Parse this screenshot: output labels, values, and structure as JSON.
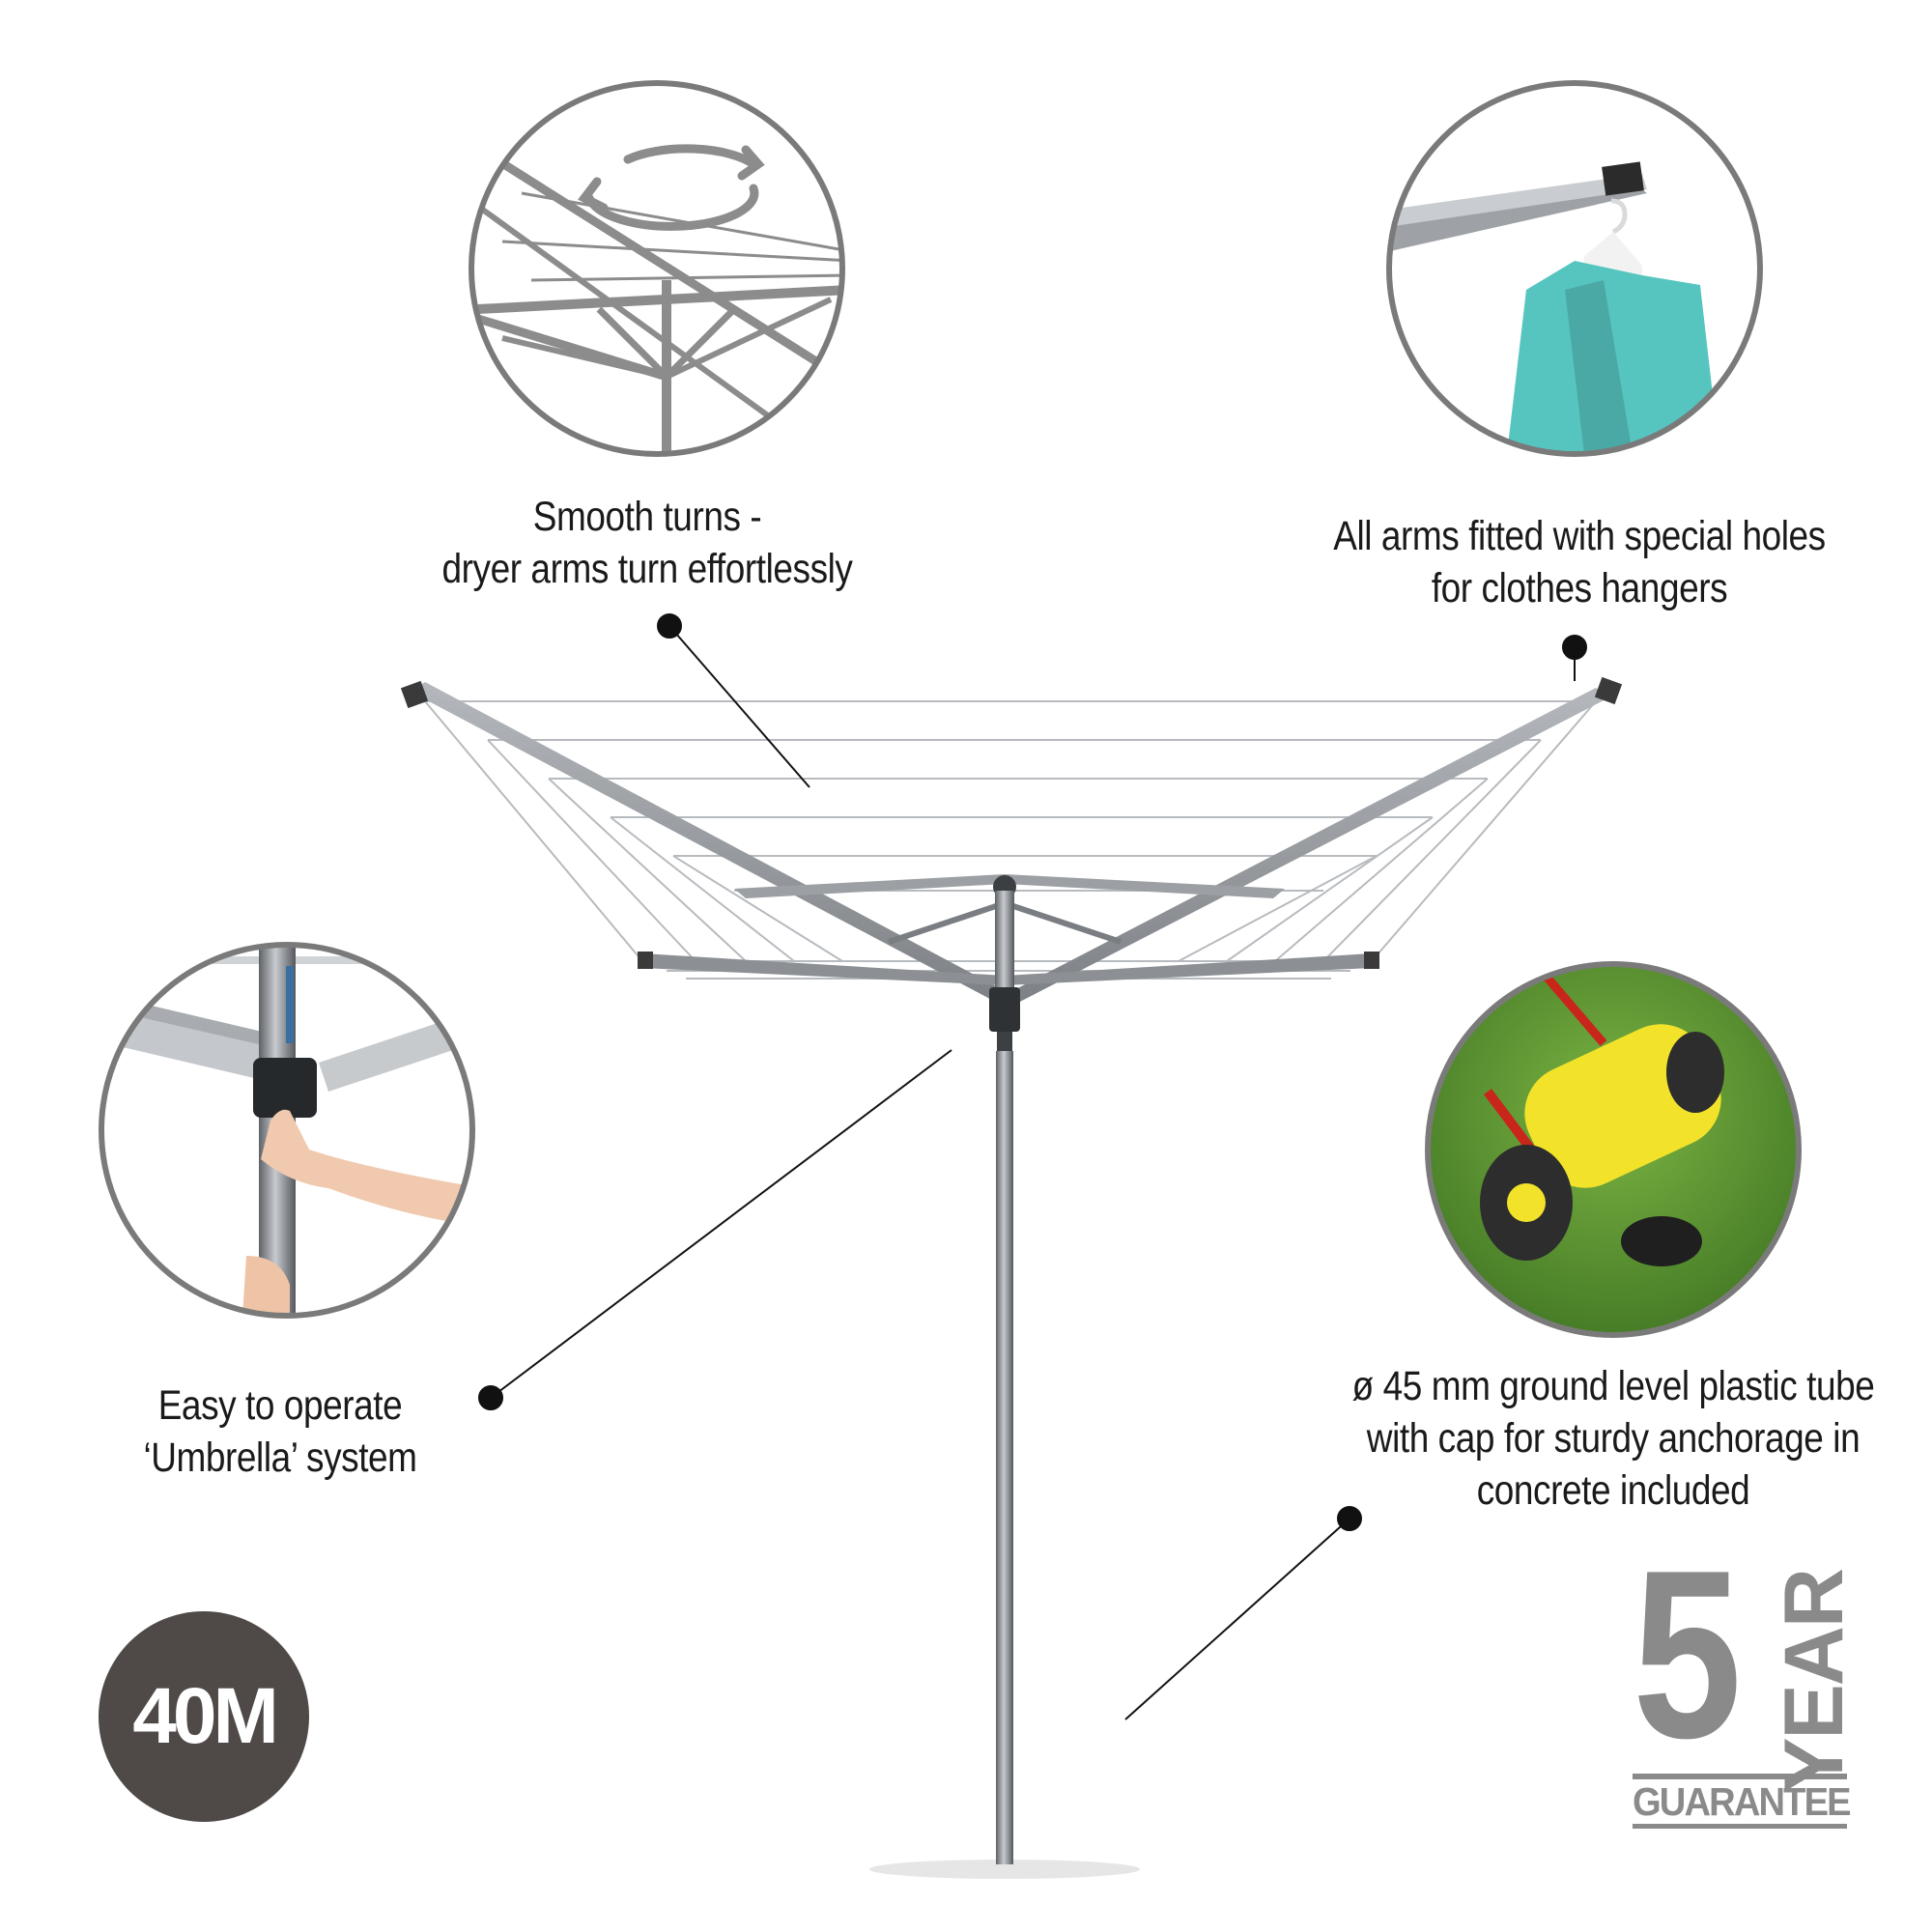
{
  "features": {
    "smooth_turns": {
      "line1": "Smooth turns -",
      "line2": "dryer arms turn effortlessly",
      "icon": "rotation-arrows-icon"
    },
    "hangers": {
      "line1": "All arms fitted with special holes",
      "line2": "for clothes hangers"
    },
    "umbrella": {
      "line1": "Easy to operate",
      "line2": "‘Umbrella’ system"
    },
    "tube": {
      "line1": "ø 45 mm ground level plastic tube",
      "line2": "with cap for sturdy anchorage in",
      "line3": "concrete included"
    }
  },
  "badge": {
    "label": "40M",
    "color": "#4f4a48"
  },
  "guarantee": {
    "number": "5",
    "year": "YEAR",
    "word": "GUARANTEE",
    "color": "#8a8a8a"
  },
  "colors": {
    "circle_border": "#7a7a7a",
    "frame_metal": "#9a9ea3",
    "grass": "#4e8a2c",
    "shirt": "#55c4be",
    "roller": "#f2e32a"
  }
}
